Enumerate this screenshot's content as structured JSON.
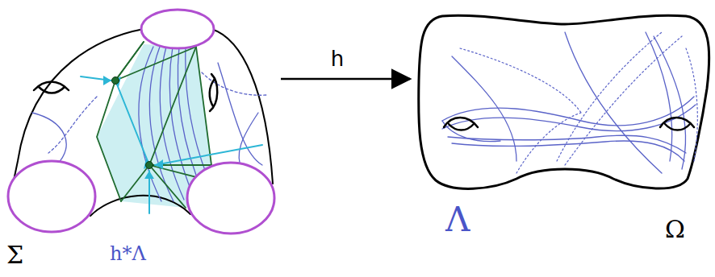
{
  "diagram": {
    "nodes": [
      {
        "text": [
          "Σ",
          "h*Λ"
        ]
      },
      {
        "text": [
          "Λ",
          "Ω"
        ]
      }
    ],
    "edges": [
      {
        "from": 0,
        "to": 1,
        "arrow": "to",
        "label": "h"
      }
    ]
  }
}
